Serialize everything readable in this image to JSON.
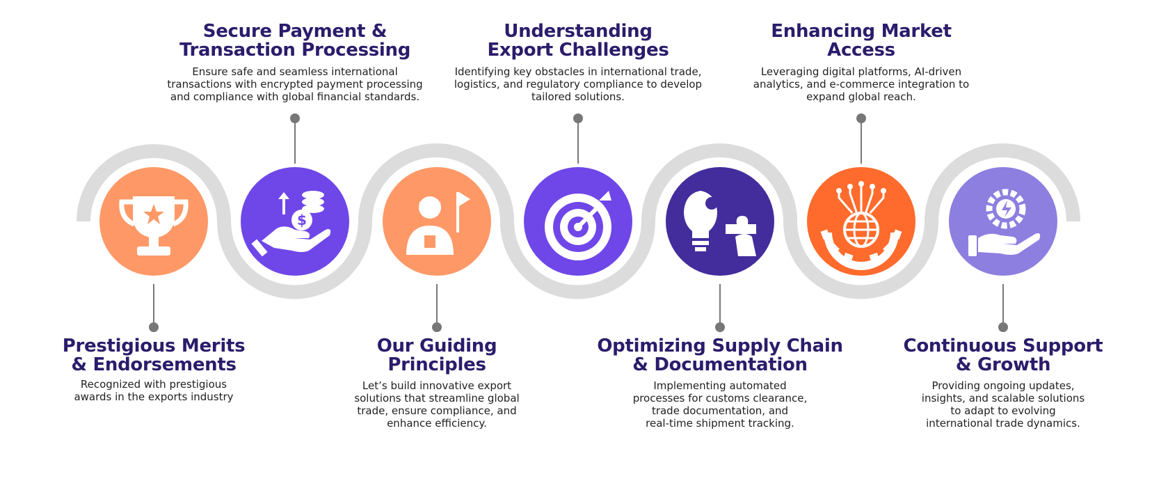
{
  "colors": {
    "title": "#2b1c6b",
    "track": "#dcdcdc",
    "connector": "#777777",
    "peach": "#fe9967",
    "purple": "#6f47e8",
    "deep_purple": "#432c9c",
    "orange": "#ff6b2c",
    "lavender": "#8c7fe0",
    "icon_fill": "#ffffff"
  },
  "items": [
    {
      "id": "prestigious-merits",
      "title": "Prestigious Merits\n& Endorsements",
      "description": "Recognized with prestigious\nawards in the exports industry",
      "icon": "trophy-icon",
      "color": "#fe9967",
      "position": "bottom"
    },
    {
      "id": "secure-payment",
      "title": "Secure Payment &\nTransaction Processing",
      "description": "Ensure safe and seamless international\ntransactions with encrypted payment processing\nand compliance with global financial standards.",
      "icon": "hand-coins-icon",
      "color": "#6f47e8",
      "position": "top"
    },
    {
      "id": "guiding-principles",
      "title": "Our Guiding\nPrinciples",
      "description": "Let’s build innovative export\nsolutions that streamline global\ntrade, ensure compliance, and\nenhance efficiency.",
      "icon": "leader-flag-icon",
      "color": "#fe9967",
      "position": "bottom"
    },
    {
      "id": "export-challenges",
      "title": "Understanding\nExport Challenges",
      "description": "Identifying key obstacles in international trade,\nlogistics, and regulatory compliance to develop\ntailored solutions.",
      "icon": "target-icon",
      "color": "#6f47e8",
      "position": "top"
    },
    {
      "id": "supply-chain",
      "title": "Optimizing Supply Chain\n& Documentation",
      "description": "Implementing automated\nprocesses for customs clearance,\ntrade documentation, and\nreal-time shipment tracking.",
      "icon": "puzzle-bulb-icon",
      "color": "#432c9c",
      "position": "bottom"
    },
    {
      "id": "market-access",
      "title": "Enhancing Market\nAccess",
      "description": "Leveraging digital platforms, AI-driven\nanalytics, and e-commerce integration to\nexpand global reach.",
      "icon": "globe-gear-icon",
      "color": "#ff6b2c",
      "position": "top"
    },
    {
      "id": "continuous-support",
      "title": "Continuous Support\n& Growth",
      "description": "Providing ongoing updates,\ninsights, and scalable solutions\nto adapt to evolving\ninternational trade dynamics.",
      "icon": "hand-gear-icon",
      "color": "#8c7fe0",
      "position": "bottom"
    }
  ]
}
